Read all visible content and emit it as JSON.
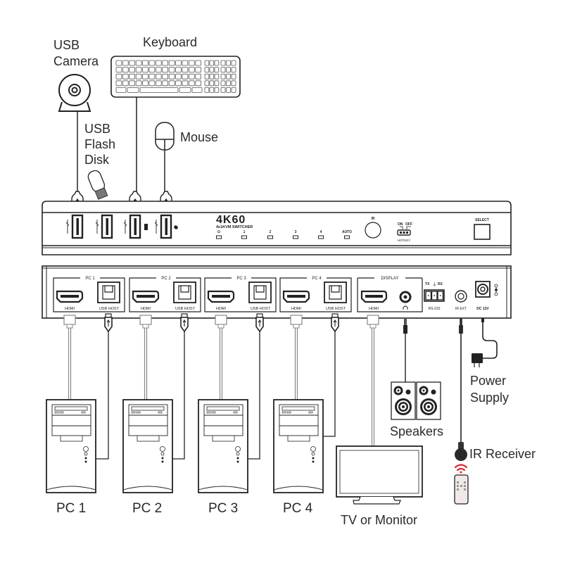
{
  "peripherals": {
    "usb_camera": "USB\nCamera",
    "keyboard": "Keyboard",
    "usb_flash_disk": "USB\nFlash\nDisk",
    "mouse": "Mouse",
    "speakers": "Speakers",
    "power_supply": "Power\nSupply",
    "ir_receiver": "IR Receiver",
    "tv_or_monitor": "TV or Monitor"
  },
  "front_panel": {
    "model": "4K60",
    "subtitle": "4x1KVM SWITCHER",
    "leds": [
      {
        "label": "⏻",
        "name": "power"
      },
      {
        "label": "1",
        "name": "pc1"
      },
      {
        "label": "2",
        "name": "pc2"
      },
      {
        "label": "3",
        "name": "pc3"
      },
      {
        "label": "4",
        "name": "pc4"
      },
      {
        "label": "AUTO",
        "name": "auto"
      }
    ],
    "ir_label": "IR",
    "hotkey": {
      "on": "ON",
      "off": "OFF",
      "label": "HOTKEY"
    },
    "select_label": "SELECT",
    "usb_ports": 4
  },
  "rear_panel": {
    "groups": [
      {
        "title": "PC 1",
        "hdmi": "HDMI",
        "usb": "USB HOST"
      },
      {
        "title": "PC 2",
        "hdmi": "HDMI",
        "usb": "USB HOST"
      },
      {
        "title": "PC 3",
        "hdmi": "HDMI",
        "usb": "USB HOST"
      },
      {
        "title": "PC 4",
        "hdmi": "HDMI",
        "usb": "USB HOST"
      }
    ],
    "display": {
      "title": "DISPLAY",
      "hdmi": "HDMI",
      "audio": "🎧"
    },
    "rs232": {
      "tx": "TX",
      "gnd": "⏚",
      "rx": "RX",
      "label": "RS-232"
    },
    "ir_ext": "IR EXT",
    "dc": "DC 12V"
  },
  "computers": [
    "PC 1",
    "PC 2",
    "PC 3",
    "PC 4"
  ],
  "colors": {
    "line": "#222222",
    "ir_signal": "#e8202a",
    "remote_fill": "#f1e8e8"
  }
}
